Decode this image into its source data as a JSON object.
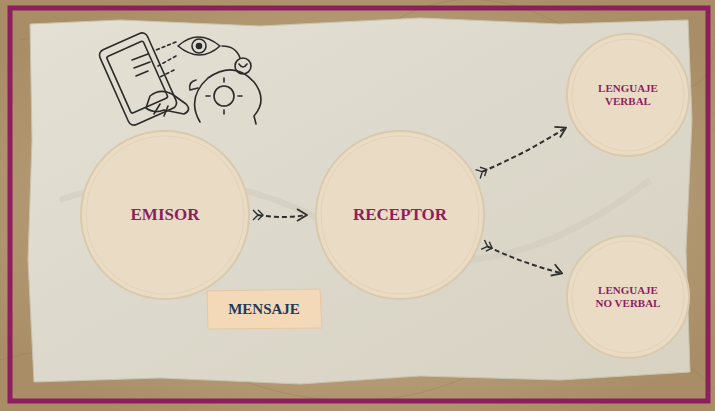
{
  "diagram": {
    "nodes": [
      {
        "text": [
          "EMISOR"
        ]
      },
      {
        "text": [
          "RECEPTOR"
        ]
      },
      {
        "text": [
          "LENGUAJE VERBAL"
        ]
      },
      {
        "text": [
          "LENGUAJE NO VERBAL"
        ]
      },
      {
        "text": [
          "MENSAJE"
        ]
      }
    ],
    "edges": [
      {
        "from": 0,
        "to": 1,
        "arrow": "to"
      },
      {
        "from": 1,
        "to": 2,
        "arrow": "to"
      },
      {
        "from": 1,
        "to": 3,
        "arrow": "to"
      }
    ]
  }
}
